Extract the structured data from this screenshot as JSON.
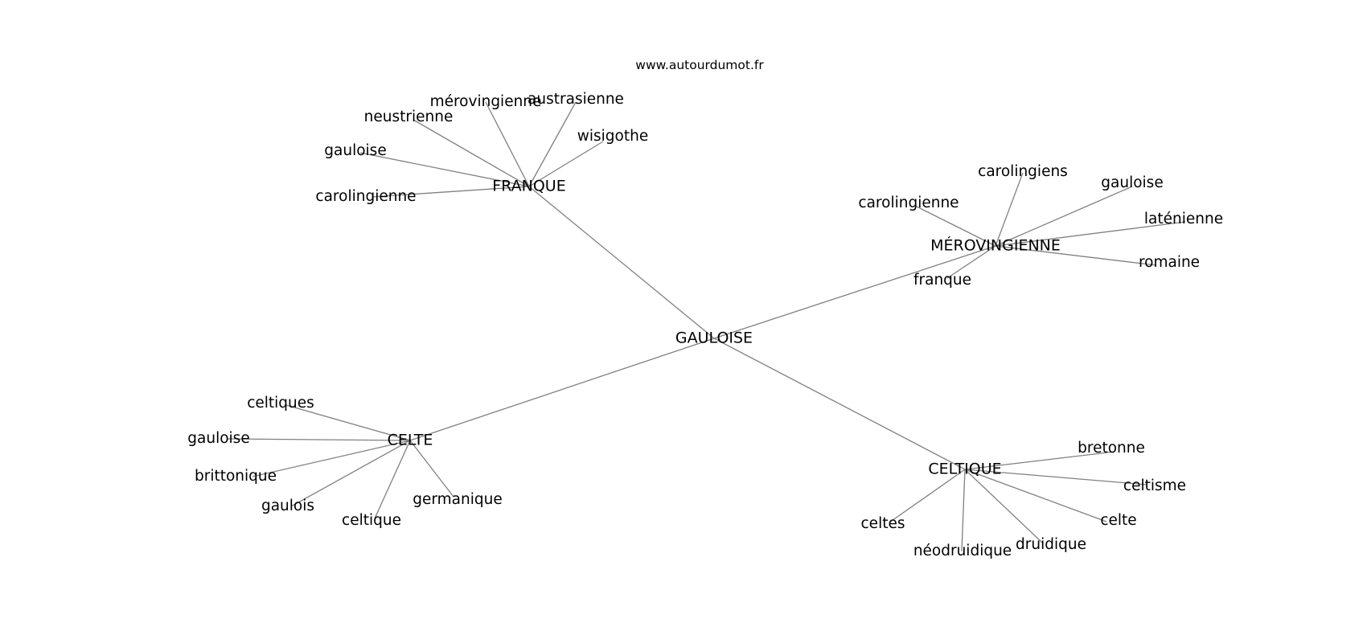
{
  "source": "www.autourdumot.fr",
  "graph": {
    "root": "GAULOISE",
    "hubs": [
      {
        "key": "franque",
        "label": "FRANQUE",
        "leaves": [
          "mérovingienne",
          "austrasienne",
          "neustrienne",
          "wisigothe",
          "gauloise",
          "carolingienne"
        ]
      },
      {
        "key": "merovingienne",
        "label": "MÉROVINGIENNE",
        "leaves": [
          "carolingiens",
          "gauloise",
          "carolingienne",
          "laténienne",
          "romaine",
          "franque"
        ]
      },
      {
        "key": "celte",
        "label": "CELTE",
        "leaves": [
          "celtiques",
          "gauloise",
          "brittonique",
          "gaulois",
          "celtique",
          "germanique"
        ]
      },
      {
        "key": "celtique",
        "label": "CELTIQUE",
        "leaves": [
          "bretonne",
          "celtisme",
          "celte",
          "druidique",
          "néodruidique",
          "celtes"
        ]
      }
    ]
  }
}
